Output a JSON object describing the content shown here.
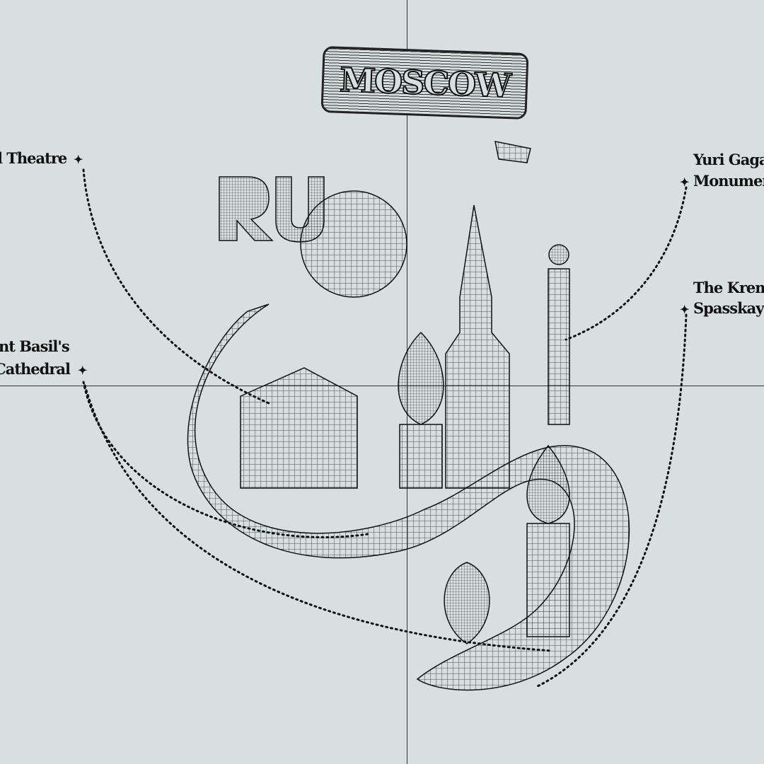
{
  "title": "MOSCOW",
  "monogram": "RU",
  "labels": {
    "theatre": "l Theatre",
    "basil_line1": "nt Basil's",
    "basil_line2": "Cathedral",
    "gagarin_line1": "Yuri Gagari",
    "gagarin_line2": "Monument",
    "kremlin_line1": "The Kreml",
    "kremlin_line2": "Spasskaya"
  },
  "colors": {
    "background": "#d8e0df",
    "ink": "#111111"
  }
}
